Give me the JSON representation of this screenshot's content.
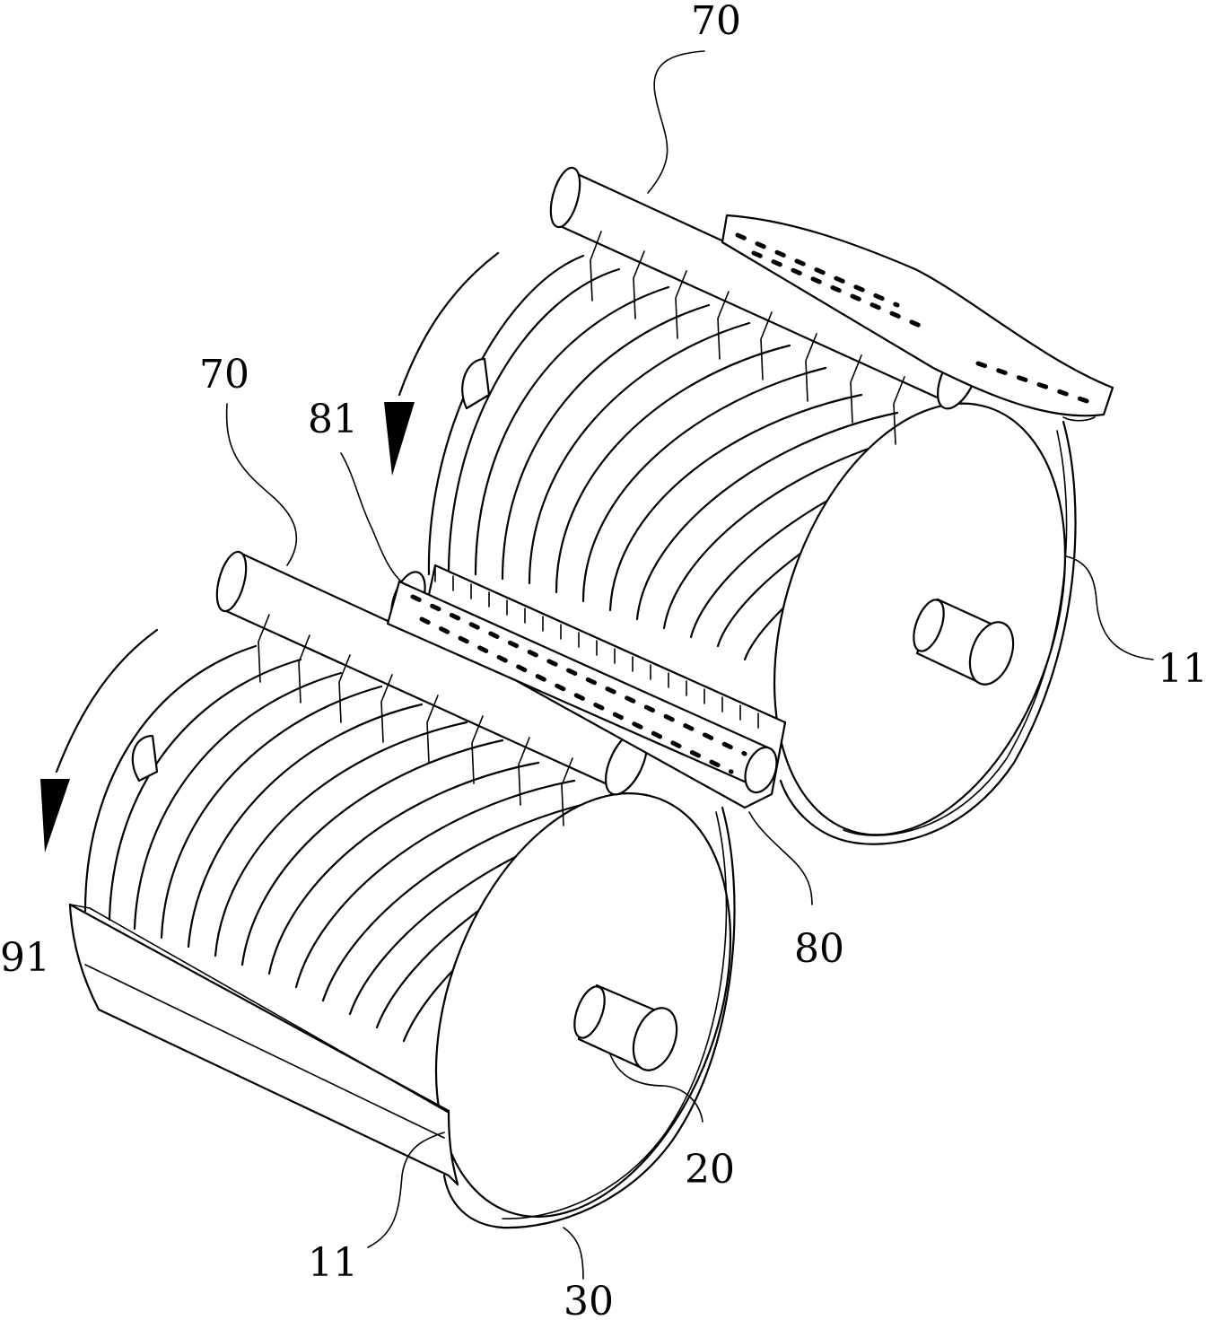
{
  "figure": {
    "labels": {
      "top_pipe": "70",
      "left_pipe": "70",
      "spray_tube_label": "81",
      "right_shell": "11",
      "trough_80": "80",
      "trough_91": "91",
      "shaft_20": "20",
      "left_shell": "11",
      "drum_30": "30"
    },
    "colors": {
      "line": "#000000",
      "background": "#ffffff"
    }
  }
}
